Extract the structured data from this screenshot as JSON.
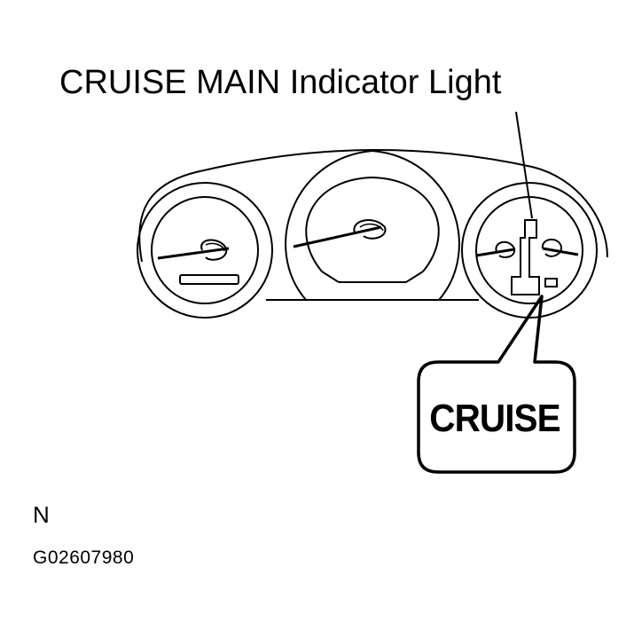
{
  "label": {
    "title": "CRUISE MAIN Indicator Light",
    "callout": "CRUISE"
  },
  "footer": {
    "code_n": "N",
    "code_id": "G02607980"
  },
  "colors": {
    "stroke": "#000000",
    "background": "#ffffff"
  },
  "icons": {
    "indicator": "cruise-indicator-icon"
  }
}
